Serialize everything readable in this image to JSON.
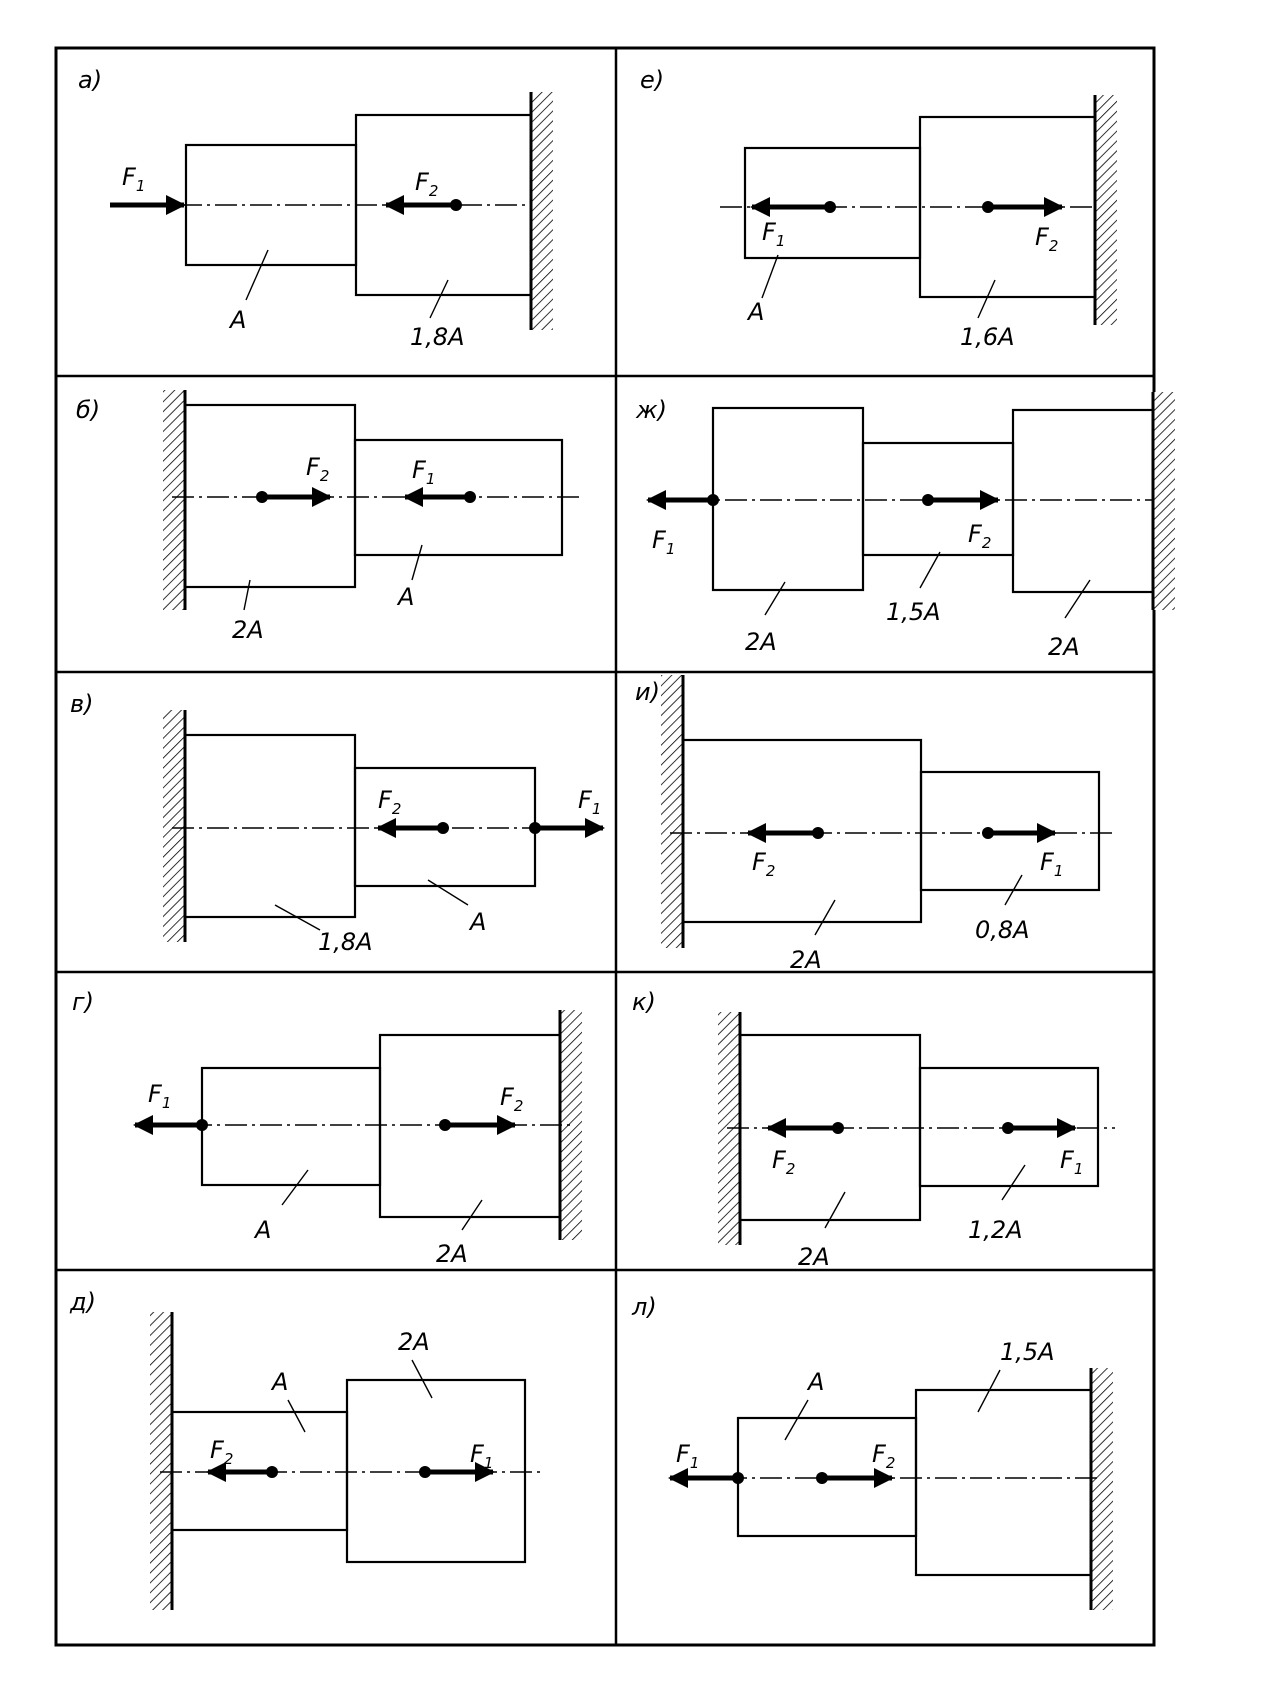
{
  "panels": [
    {
      "id": "a",
      "label": "а)",
      "force_labels": [
        {
          "main": "F",
          "sub": "1"
        },
        {
          "main": "F",
          "sub": "2"
        }
      ],
      "area_labels": [
        "A",
        "1,8A"
      ]
    },
    {
      "id": "e",
      "label": "е)",
      "force_labels": [
        {
          "main": "F",
          "sub": "1"
        },
        {
          "main": "F",
          "sub": "2"
        }
      ],
      "area_labels": [
        "A",
        "1,6A"
      ]
    },
    {
      "id": "b",
      "label": "б)",
      "force_labels": [
        {
          "main": "F",
          "sub": "2"
        },
        {
          "main": "F",
          "sub": "1"
        }
      ],
      "area_labels": [
        "2A",
        "A"
      ]
    },
    {
      "id": "zh",
      "label": "ж)",
      "force_labels": [
        {
          "main": "F",
          "sub": "1"
        },
        {
          "main": "F",
          "sub": "2"
        }
      ],
      "area_labels": [
        "2A",
        "1,5A",
        "2A"
      ]
    },
    {
      "id": "v",
      "label": "в)",
      "force_labels": [
        {
          "main": "F",
          "sub": "2"
        },
        {
          "main": "F",
          "sub": "1"
        }
      ],
      "area_labels": [
        "1,8A",
        "A"
      ]
    },
    {
      "id": "i",
      "label": "и)",
      "force_labels": [
        {
          "main": "F",
          "sub": "2"
        },
        {
          "main": "F",
          "sub": "1"
        }
      ],
      "area_labels": [
        "2A",
        "0,8A"
      ]
    },
    {
      "id": "g",
      "label": "г)",
      "force_labels": [
        {
          "main": "F",
          "sub": "1"
        },
        {
          "main": "F",
          "sub": "2"
        }
      ],
      "area_labels": [
        "A",
        "2A"
      ]
    },
    {
      "id": "k",
      "label": "к)",
      "force_labels": [
        {
          "main": "F",
          "sub": "2"
        },
        {
          "main": "F",
          "sub": "1"
        }
      ],
      "area_labels": [
        "2A",
        "1,2A"
      ]
    },
    {
      "id": "d",
      "label": "д)",
      "force_labels": [
        {
          "main": "F",
          "sub": "2"
        },
        {
          "main": "F",
          "sub": "1"
        }
      ],
      "area_labels": [
        "A",
        "2A"
      ]
    },
    {
      "id": "l",
      "label": "л)",
      "force_labels": [
        {
          "main": "F",
          "sub": "1"
        },
        {
          "main": "F",
          "sub": "2"
        }
      ],
      "area_labels": [
        "A",
        "1,5A"
      ]
    }
  ]
}
